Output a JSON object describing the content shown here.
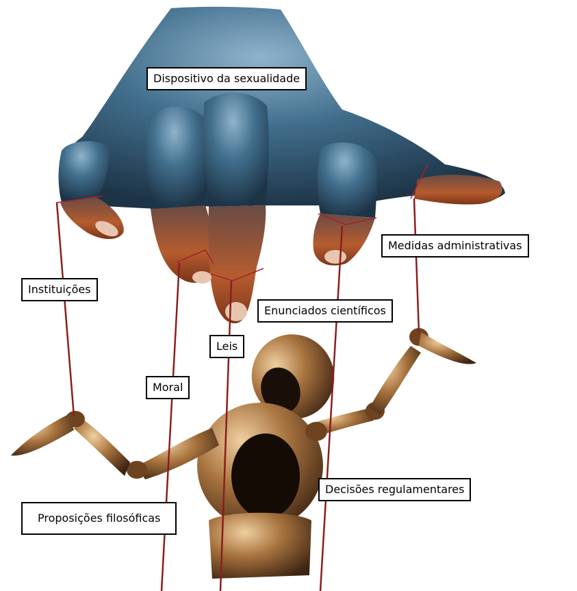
{
  "labels": {
    "top": "Dispositivo da sexualidade",
    "medidas": "Medidas administrativas",
    "instituicoes": "Instituições",
    "enunciados": "Enunciados científicos",
    "leis": "Leis",
    "moral": "Moral",
    "decisoes": "Decisões regulamentares",
    "proposicoes": "Proposições filosóficas"
  },
  "colors": {
    "hand": "#3f6a86",
    "nail": "#b65a2f",
    "string": "#8b1d1d",
    "puppet": "#a26f3c"
  }
}
